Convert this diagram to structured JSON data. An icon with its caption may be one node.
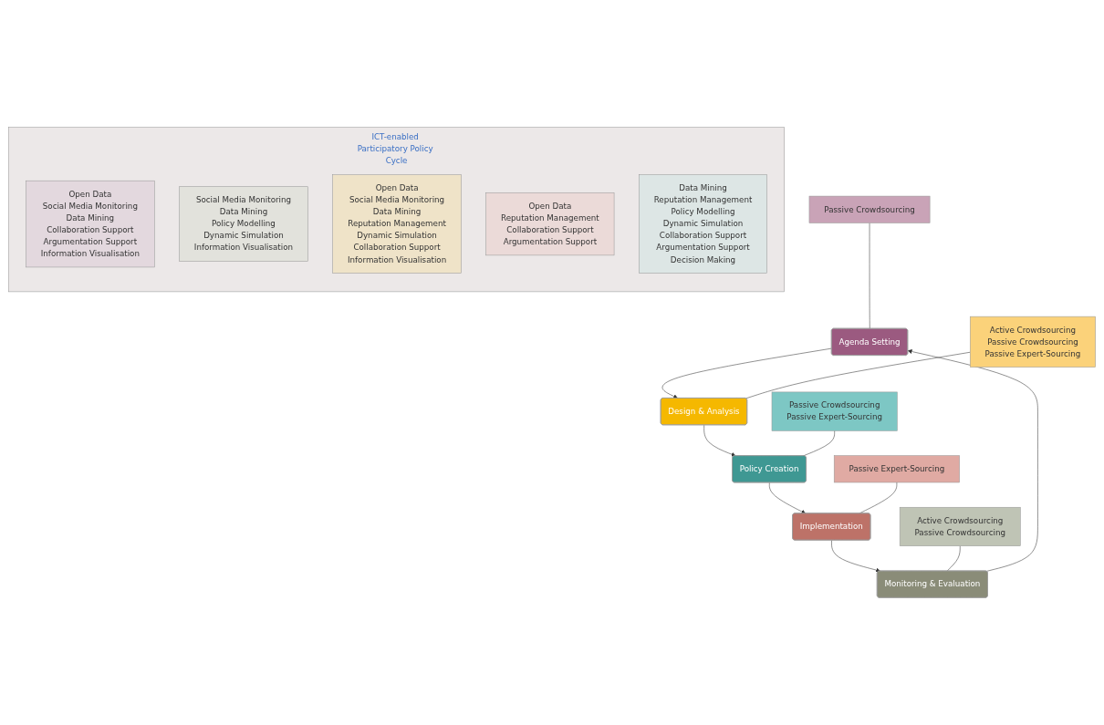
{
  "diagram": {
    "nodes": [
      {
        "text": [
          "Agenda Setting"
        ]
      },
      {
        "text": [
          "Passive Crowdsourcing"
        ]
      },
      {
        "text": [
          "Active Crowdsourcing",
          "Passive Crowdsourcing"
        ]
      },
      {
        "text": [
          "ICT-enabled Participatory Policy Cycle"
        ]
      },
      {
        "text": [
          "Open Data",
          "Social Media Monitoring",
          "Data Mining",
          "Collaboration Support",
          "Argumentation Support",
          "Information Visualisation"
        ],
        "in": 3
      },
      {
        "text": [
          "Active Crowdsourcing",
          "Passive Crowdsourcing",
          "Passive Expert-Sourcing"
        ]
      },
      {
        "text": [
          "Monitoring & Evaluation"
        ]
      },
      {
        "text": [
          "Social Media Monitoring",
          "Data Mining",
          "Policy Modelling",
          "Dynamic Simulation",
          "Information Visualisation"
        ],
        "in": 3
      },
      {
        "text": [
          "Open Data",
          "Social Media Monitoring",
          "Data Mining",
          "Reputation Management",
          "Dynamic Simulation",
          "Collaboration Support",
          "Information Visualisation"
        ],
        "in": 3
      },
      {
        "text": [
          "Design & Analysis"
        ]
      },
      {
        "text": [
          "Open Data",
          "Reputation Management",
          "Collaboration Support",
          "Argumentation Support"
        ],
        "in": 3
      },
      {
        "text": [
          "Data Mining",
          "Reputation Management",
          "Policy Modelling",
          "Dynamic Simulation",
          "Collaboration Support",
          "Argumentation Support",
          "Decision Making"
        ],
        "in": 3
      },
      {
        "text": [
          "Passive Expert-Sourcing"
        ]
      },
      {
        "text": [
          "Implementation"
        ]
      },
      {
        "text": [
          "Policy Creation"
        ]
      },
      {
        "text": [
          "Passive Crowdsourcing",
          "Passive Expert-Sourcing"
        ]
      }
    ],
    "edges": [
      {
        "from": 0,
        "to": 9,
        "arrow": "to"
      },
      {
        "from": 9,
        "to": 14,
        "arrow": "to"
      },
      {
        "from": 14,
        "to": 13,
        "arrow": "to"
      },
      {
        "from": 13,
        "to": 6,
        "arrow": "to"
      },
      {
        "from": 6,
        "to": 0,
        "arrow": "to"
      },
      {
        "from": 1,
        "to": 0,
        "arrow": "none"
      },
      {
        "from": 2,
        "to": 6,
        "arrow": "none"
      },
      {
        "from": 5,
        "to": 9,
        "arrow": "none"
      },
      {
        "from": 12,
        "to": 13,
        "arrow": "none"
      },
      {
        "from": 15,
        "to": 14,
        "arrow": "none"
      }
    ]
  }
}
